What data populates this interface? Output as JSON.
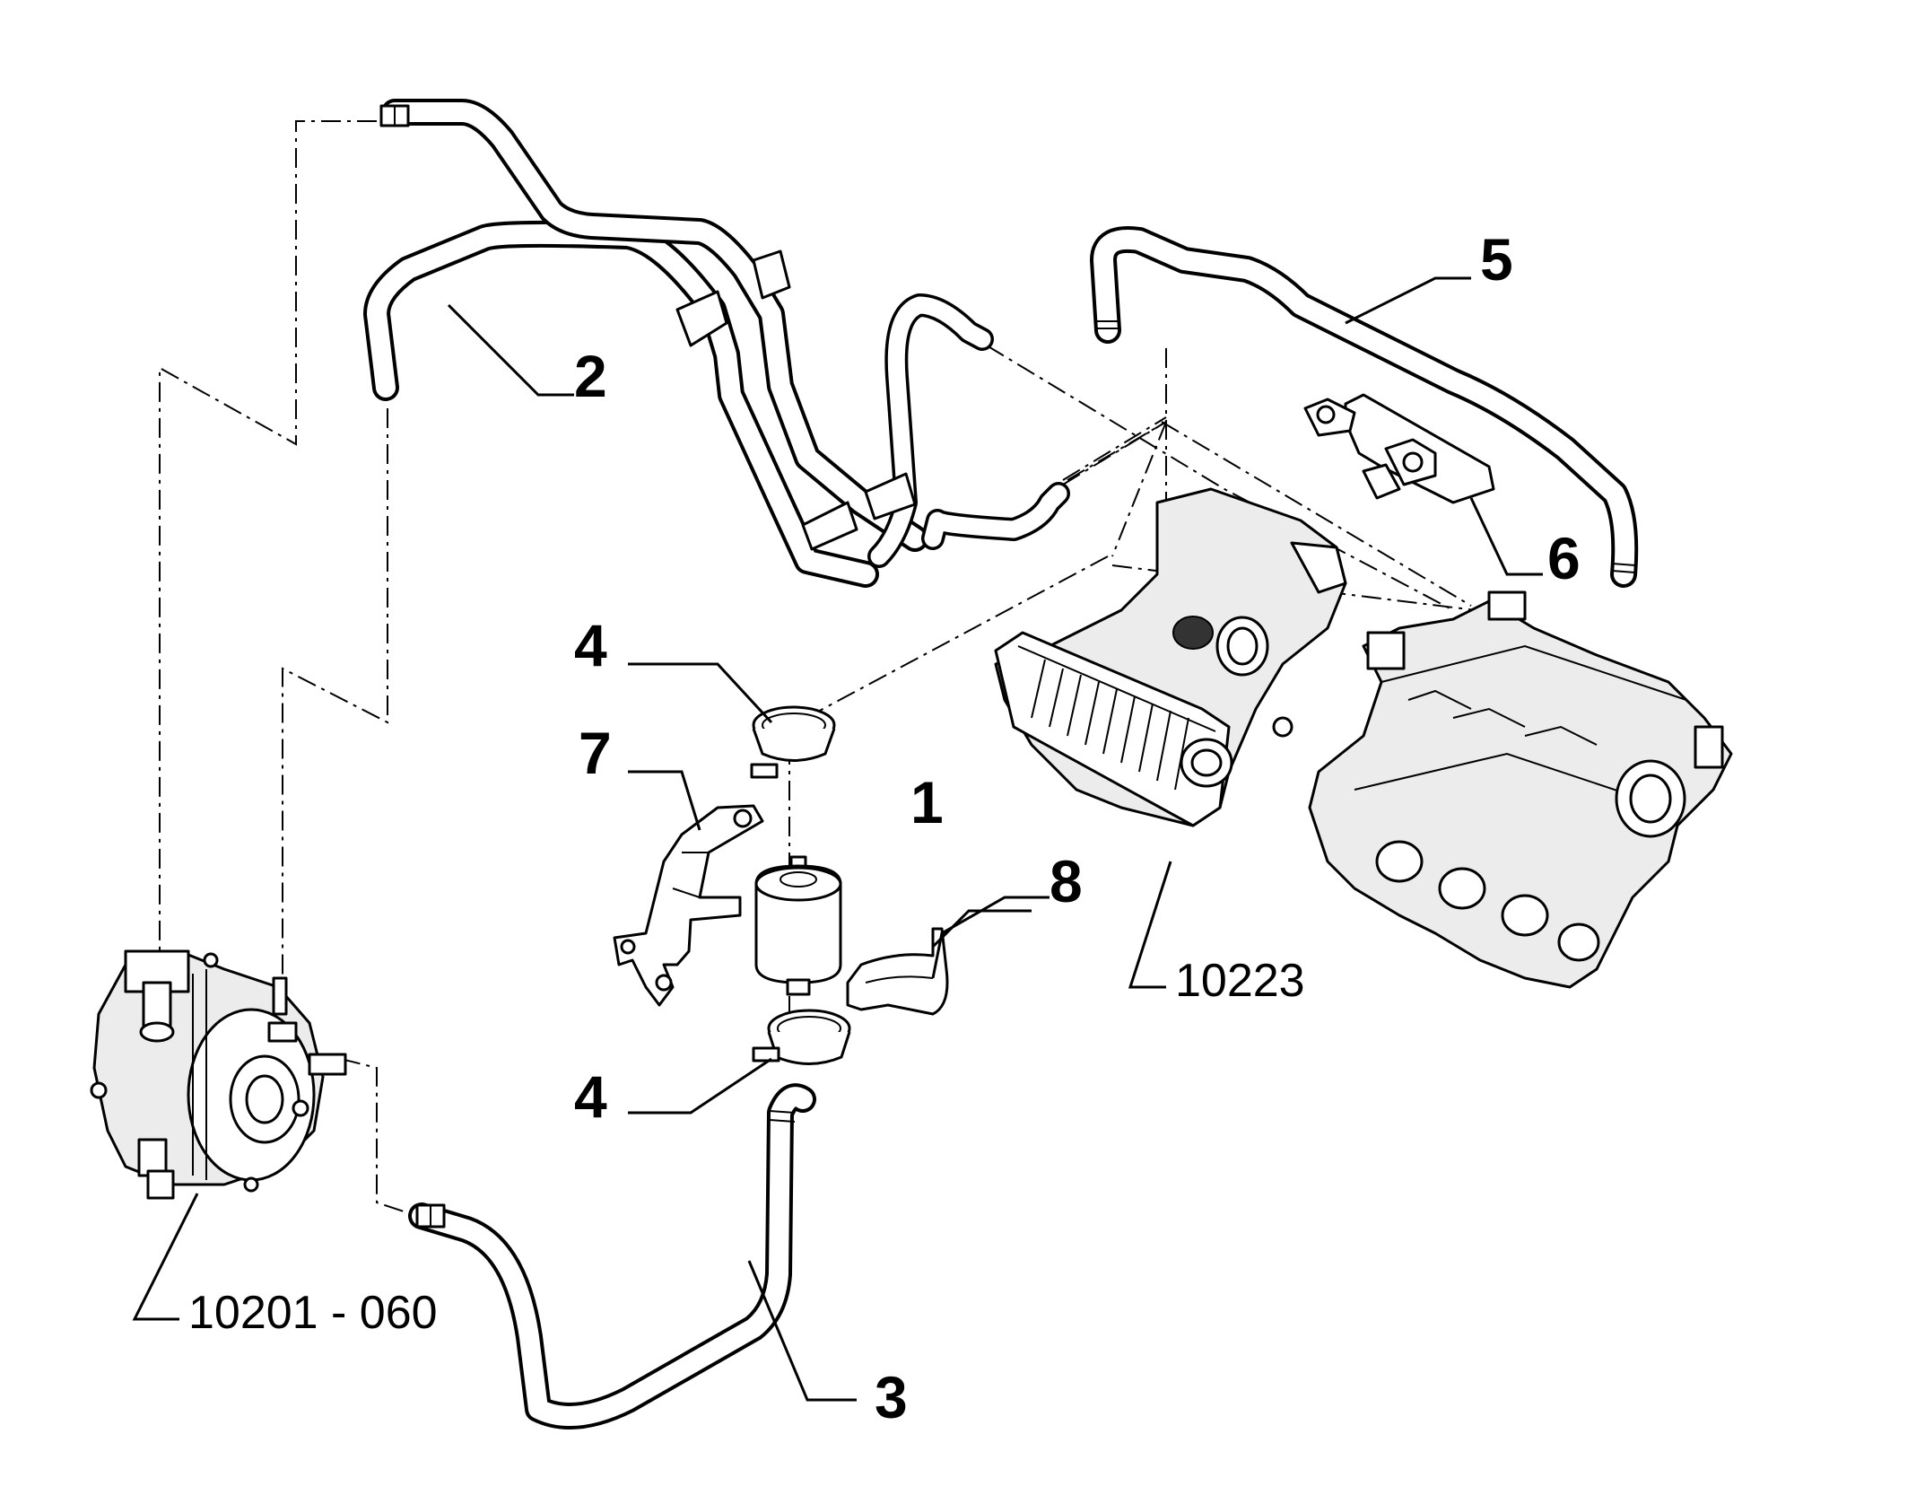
{
  "callouts": [
    {
      "id": "1",
      "text": "1"
    },
    {
      "id": "2",
      "text": "2"
    },
    {
      "id": "3",
      "text": "3"
    },
    {
      "id": "4a",
      "text": "4"
    },
    {
      "id": "4b",
      "text": "4"
    },
    {
      "id": "5",
      "text": "5"
    },
    {
      "id": "6",
      "text": "6"
    },
    {
      "id": "7",
      "text": "7"
    },
    {
      "id": "8",
      "text": "8"
    }
  ],
  "references": {
    "air_box": "10223",
    "reducer": "10201 - 060"
  },
  "colors": {
    "line": "#000000",
    "background": "#ffffff"
  }
}
